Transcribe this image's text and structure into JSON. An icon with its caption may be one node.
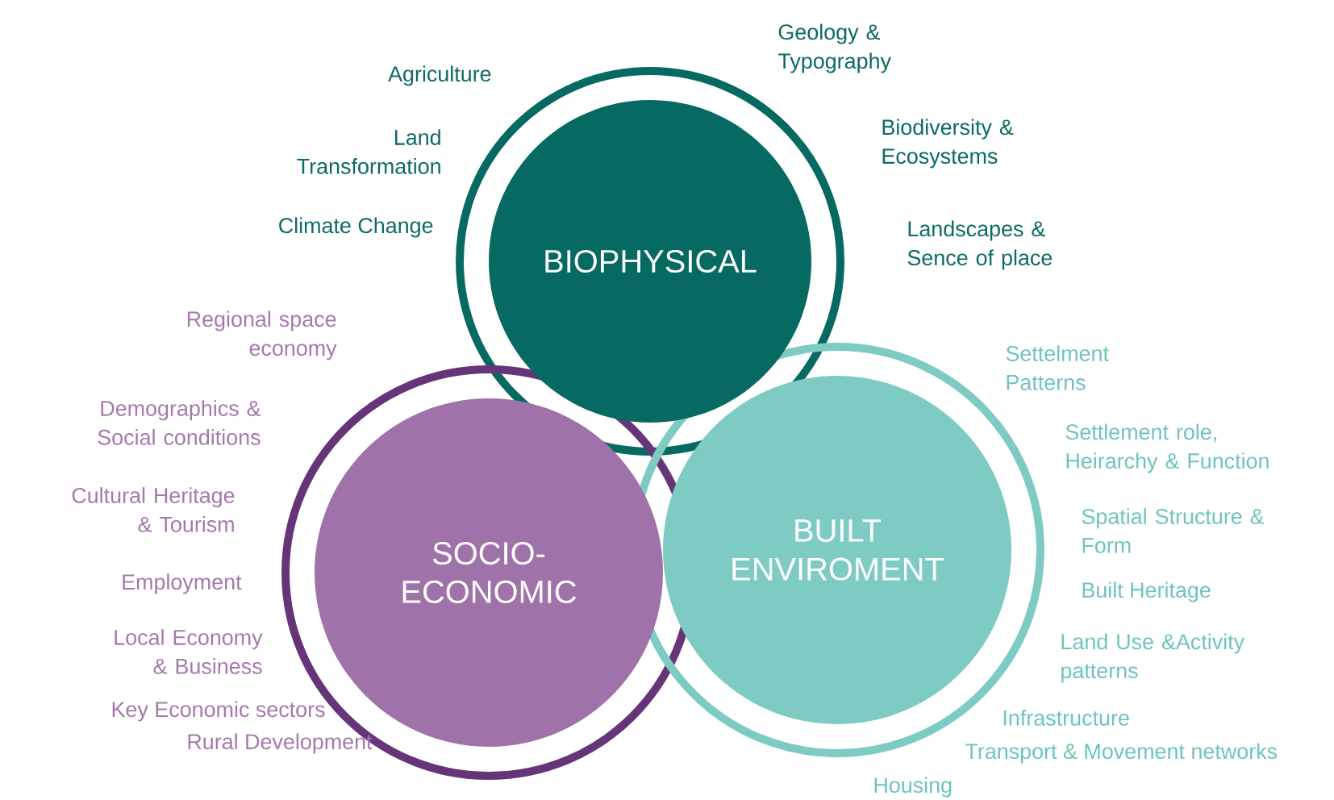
{
  "diagram": {
    "nodes": [
      {
        "text": [
          "BIOPHYSICAL"
        ],
        "beside": [
          "Agriculture",
          "Land Transformation",
          "Climate Change",
          "Geology & Typography",
          "Biodiversity & Ecosystems",
          "Landscapes & Sence of place"
        ]
      },
      {
        "text": [
          "SOCIO- ECONOMIC"
        ],
        "beside": [
          "Regional space economy",
          "Demographics & Social conditions",
          "Cultural Heritage & Tourism",
          "Employment",
          "Local Economy & Business",
          "Key Economic sectors",
          "Rural Development"
        ]
      },
      {
        "text": [
          "BUILT ENVIROMENT"
        ],
        "beside": [
          "Settelment Patterns",
          "Settlement role, Heirarchy & Function",
          "Spatial Structure & Form",
          "Built Heritage",
          "Land Use &Activity patterns",
          "Infrastructure",
          "Transport & Movement networks",
          "Housing"
        ]
      }
    ]
  }
}
